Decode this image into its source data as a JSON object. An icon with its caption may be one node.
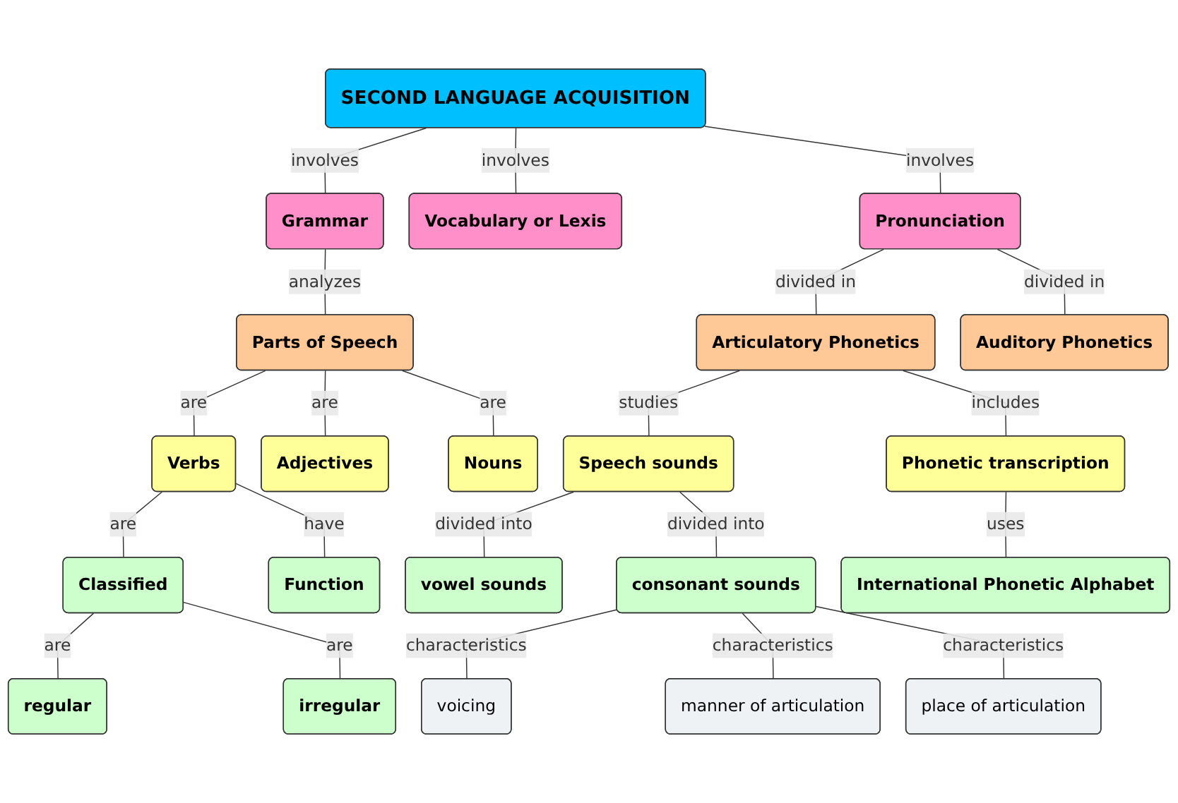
{
  "diagram": {
    "nodes": [
      {
        "text": [
          "SECOND LANGUAGE ACQUISITION"
        ]
      },
      {
        "text": [
          "Grammar"
        ]
      },
      {
        "text": [
          "Vocabulary or Lexis"
        ]
      },
      {
        "text": [
          "Pronunciation"
        ]
      },
      {
        "text": [
          "Parts of Speech"
        ]
      },
      {
        "text": [
          "Articulatory Phonetics"
        ]
      },
      {
        "text": [
          "Auditory Phonetics"
        ]
      },
      {
        "text": [
          "Speech sounds"
        ]
      },
      {
        "text": [
          "Phonetic transcription"
        ]
      },
      {
        "text": [
          "Verbs"
        ]
      },
      {
        "text": [
          "Adjectives"
        ]
      },
      {
        "text": [
          "Nouns"
        ]
      },
      {
        "text": [
          "vowel sounds"
        ]
      },
      {
        "text": [
          "consonant sounds"
        ]
      },
      {
        "text": [
          "International Phonetic Alphabet"
        ]
      },
      {
        "text": [
          "Classified"
        ]
      },
      {
        "text": [
          "Function"
        ]
      },
      {
        "text": [
          "regular"
        ]
      },
      {
        "text": [
          "irregular"
        ]
      },
      {
        "text": [
          "voicing"
        ]
      },
      {
        "text": [
          "manner of articulation"
        ]
      },
      {
        "text": [
          "place of articulation"
        ]
      }
    ],
    "edges": [
      {
        "from": 0,
        "to": 1,
        "arrow": "none",
        "label": "involves"
      },
      {
        "from": 0,
        "to": 2,
        "arrow": "none",
        "label": "involves"
      },
      {
        "from": 0,
        "to": 3,
        "arrow": "none",
        "label": "involves"
      },
      {
        "from": 1,
        "to": 4,
        "arrow": "none",
        "label": "analyzes"
      },
      {
        "from": 3,
        "to": 5,
        "arrow": "none",
        "label": "divided in"
      },
      {
        "from": 3,
        "to": 6,
        "arrow": "none",
        "label": "divided in"
      },
      {
        "from": 4,
        "to": 9,
        "arrow": "none",
        "label": "are"
      },
      {
        "from": 4,
        "to": 10,
        "arrow": "none",
        "label": "are"
      },
      {
        "from": 4,
        "to": 11,
        "arrow": "none",
        "label": "are"
      },
      {
        "from": 5,
        "to": 7,
        "arrow": "none",
        "label": "studies"
      },
      {
        "from": 5,
        "to": 8,
        "arrow": "none",
        "label": "includes"
      },
      {
        "from": 7,
        "to": 12,
        "arrow": "none",
        "label": "divided into"
      },
      {
        "from": 7,
        "to": 13,
        "arrow": "none",
        "label": "divided into"
      },
      {
        "from": 8,
        "to": 14,
        "arrow": "none",
        "label": "uses"
      },
      {
        "from": 9,
        "to": 15,
        "arrow": "none",
        "label": "are"
      },
      {
        "from": 9,
        "to": 16,
        "arrow": "none",
        "label": "have"
      },
      {
        "from": 15,
        "to": 17,
        "arrow": "none",
        "label": "are"
      },
      {
        "from": 15,
        "to": 18,
        "arrow": "none",
        "label": "are"
      },
      {
        "from": 13,
        "to": 19,
        "arrow": "none",
        "label": "characteristics"
      },
      {
        "from": 13,
        "to": 20,
        "arrow": "none",
        "label": "characteristics"
      },
      {
        "from": 13,
        "to": 21,
        "arrow": "none",
        "label": "characteristics"
      }
    ]
  }
}
